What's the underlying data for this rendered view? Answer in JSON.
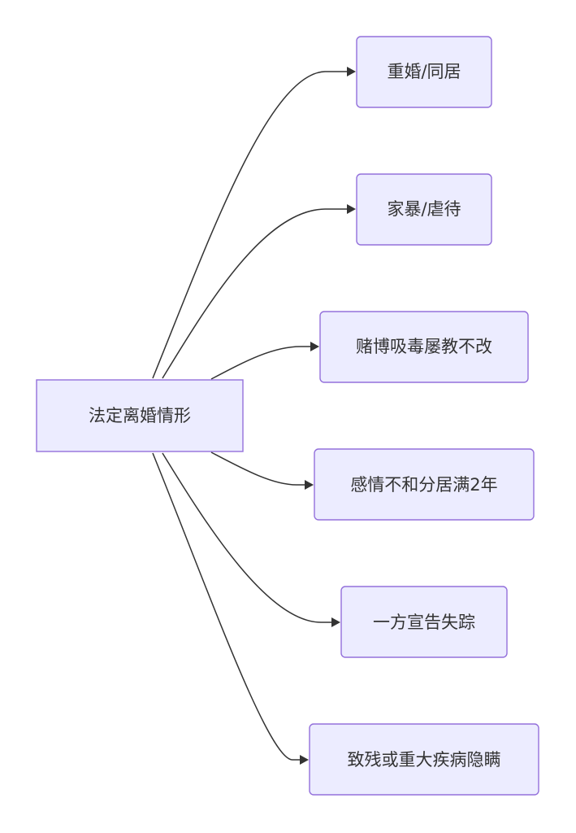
{
  "diagram": {
    "root": {
      "id": "root",
      "label": "法定离婚情形"
    },
    "children": [
      {
        "id": "bigamy",
        "label": "重婚/同居"
      },
      {
        "id": "violence",
        "label": "家暴/虐待"
      },
      {
        "id": "addiction",
        "label": "赌博吸毒屡教不改"
      },
      {
        "id": "separation",
        "label": "感情不和分居满2年"
      },
      {
        "id": "missing",
        "label": "一方宣告失踪"
      },
      {
        "id": "disability",
        "label": "致残或重大疾病隐瞒"
      }
    ],
    "colors": {
      "node_fill": "#ECECFF",
      "node_stroke": "#9370DB",
      "edge": "#333333",
      "text": "#333333"
    }
  }
}
